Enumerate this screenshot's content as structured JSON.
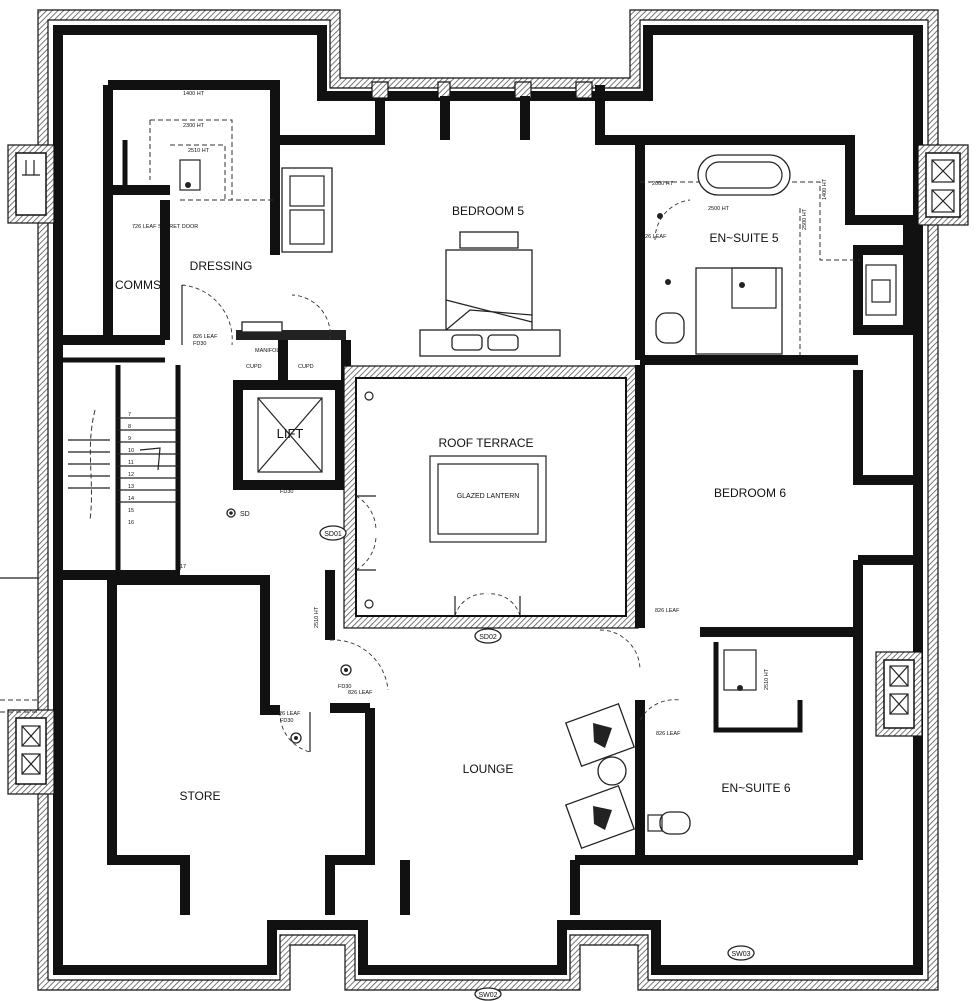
{
  "rooms": {
    "bedroom5": "BEDROOM 5",
    "ensuite5": "EN~SUITE 5",
    "dressing": "DRESSING",
    "comms": "COMMS",
    "lift": "LIFT",
    "roof_terrace": "ROOF TERRACE",
    "glazed_lantern": "GLAZED LANTERN",
    "bedroom6": "BEDROOM 6",
    "store": "STORE",
    "lounge": "LOUNGE",
    "ensuite6": "EN~SUITE 6",
    "cupd_left": "CUPD",
    "cupd_right": "CUPD"
  },
  "annotations": {
    "ht_1400_top": "1400 HT",
    "ht_2300": "2300 HT",
    "ht_2510": "2510 HT",
    "secret_door": "726 LEAF SECRET DOOR",
    "leaf_826_dressing": "826 LEAF",
    "fd30_dressing": "FD30",
    "manifold": "MANIFOLD",
    "fd30_lift": "FD30",
    "sd": "SD",
    "ht_2000_ensuite5": "2000 HT",
    "ht_2500_ensuite5": "2500 HT",
    "ht_2500_side": "2500 HT",
    "ht_1400_side": "1400 HT",
    "leaf_826_ensuite5": "826 LEAF",
    "leaf_826_bed6": "826 LEAF",
    "ht_2510_ensuite6": "2510 HT",
    "leaf_826_ensuite6": "826 LEAF",
    "fd30_store": "FD30",
    "leaf_826_store": "826 LEAF",
    "fd30_lounge": "FD30",
    "leaf_826_lounge": "826 LEAF",
    "ht_2510_terrace": "2510 HT"
  },
  "tags": {
    "sd01": "SD01",
    "sd02": "SD02",
    "sw02": "SW02",
    "sw03": "SW03"
  },
  "stairs": {
    "steps": [
      "7",
      "8",
      "9",
      "10",
      "11",
      "12",
      "13",
      "14",
      "15",
      "16",
      "17"
    ]
  }
}
